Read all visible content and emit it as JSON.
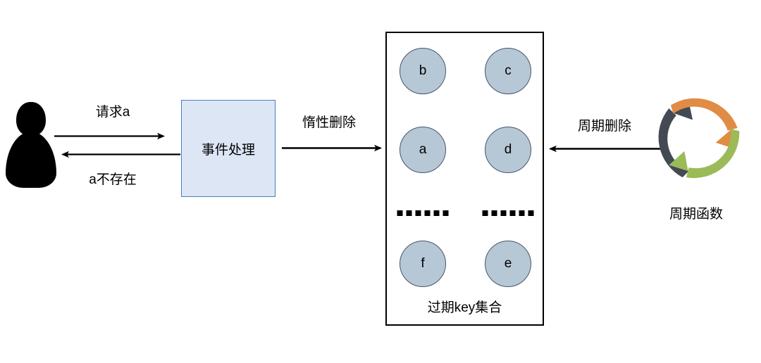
{
  "diagram": {
    "title_present": false,
    "actor": {
      "name": "client-actor"
    },
    "process": {
      "label": "事件处理"
    },
    "flows": [
      {
        "id": "request",
        "label": "请求a",
        "direction": "right"
      },
      {
        "id": "not-exist",
        "label": "a不存在",
        "direction": "left"
      },
      {
        "id": "lazy-delete",
        "label": "惰性删除",
        "direction": "right"
      },
      {
        "id": "periodic-delete",
        "label": "周期删除",
        "direction": "left"
      }
    ],
    "keyset": {
      "caption": "过期key集合",
      "circles": [
        {
          "label": "b",
          "col": 0,
          "row": 0
        },
        {
          "label": "c",
          "col": 1,
          "row": 0
        },
        {
          "label": "a",
          "col": 0,
          "row": 1
        },
        {
          "label": "d",
          "col": 1,
          "row": 1
        },
        {
          "label": "f",
          "col": 0,
          "row": 2
        },
        {
          "label": "e",
          "col": 1,
          "row": 2
        }
      ],
      "ellipsis_dots": 6
    },
    "cycle": {
      "label": "周期函数",
      "segments": [
        {
          "name": "dark-arrow",
          "color": "#434a54"
        },
        {
          "name": "orange-arrow",
          "color": "#e08c45"
        },
        {
          "name": "green-arrow",
          "color": "#9bbb59"
        }
      ]
    },
    "colors": {
      "box_fill": "#dce6f5",
      "box_stroke": "#4a7ebb",
      "circle_fill": "#b6c7d6",
      "circle_stroke": "#44566c",
      "arrow": "#000000",
      "cycle_dark": "#434a54",
      "cycle_orange": "#e08c45",
      "cycle_green": "#9bbb59"
    }
  }
}
